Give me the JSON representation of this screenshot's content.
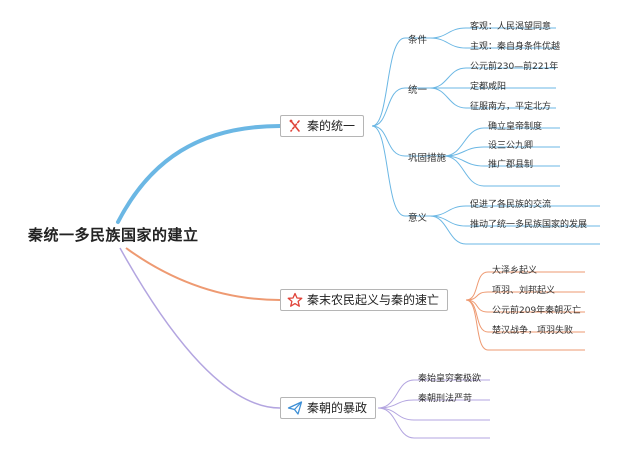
{
  "root": {
    "label": "秦统一多民族国家的建立"
  },
  "colors": {
    "branch1": "#6bb7e4",
    "branch2": "#ee9a72",
    "branch3": "#b3a5e0"
  },
  "branches": [
    {
      "label": "秦的统一",
      "icon": "pickaxe-hammer-icon",
      "subs": [
        {
          "label": "条件",
          "leaves": [
            "客观：人民渴望同意",
            "主观：秦自身条件优越"
          ]
        },
        {
          "label": "统一",
          "leaves": [
            "公元前230—前221年",
            "定都咸阳",
            "征服南方，平定北方"
          ]
        },
        {
          "label": "巩固措施",
          "leaves": [
            "确立皇帝制度",
            "设三公九卿",
            "推广郡县制"
          ]
        },
        {
          "label": "意义",
          "leaves": [
            "促进了各民族的交流",
            "推动了统一多民族国家的发展"
          ]
        }
      ]
    },
    {
      "label": "秦末农民起义与秦的速亡",
      "icon": "star-icon",
      "leaves": [
        "大泽乡起义",
        "项羽、刘邦起义",
        "公元前209年秦朝灭亡",
        "楚汉战争，项羽失败"
      ]
    },
    {
      "label": "秦朝的暴政",
      "icon": "paper-plane-icon",
      "leaves": [
        "秦始皇穷奢极欲",
        "秦朝刑法严苛"
      ]
    }
  ]
}
